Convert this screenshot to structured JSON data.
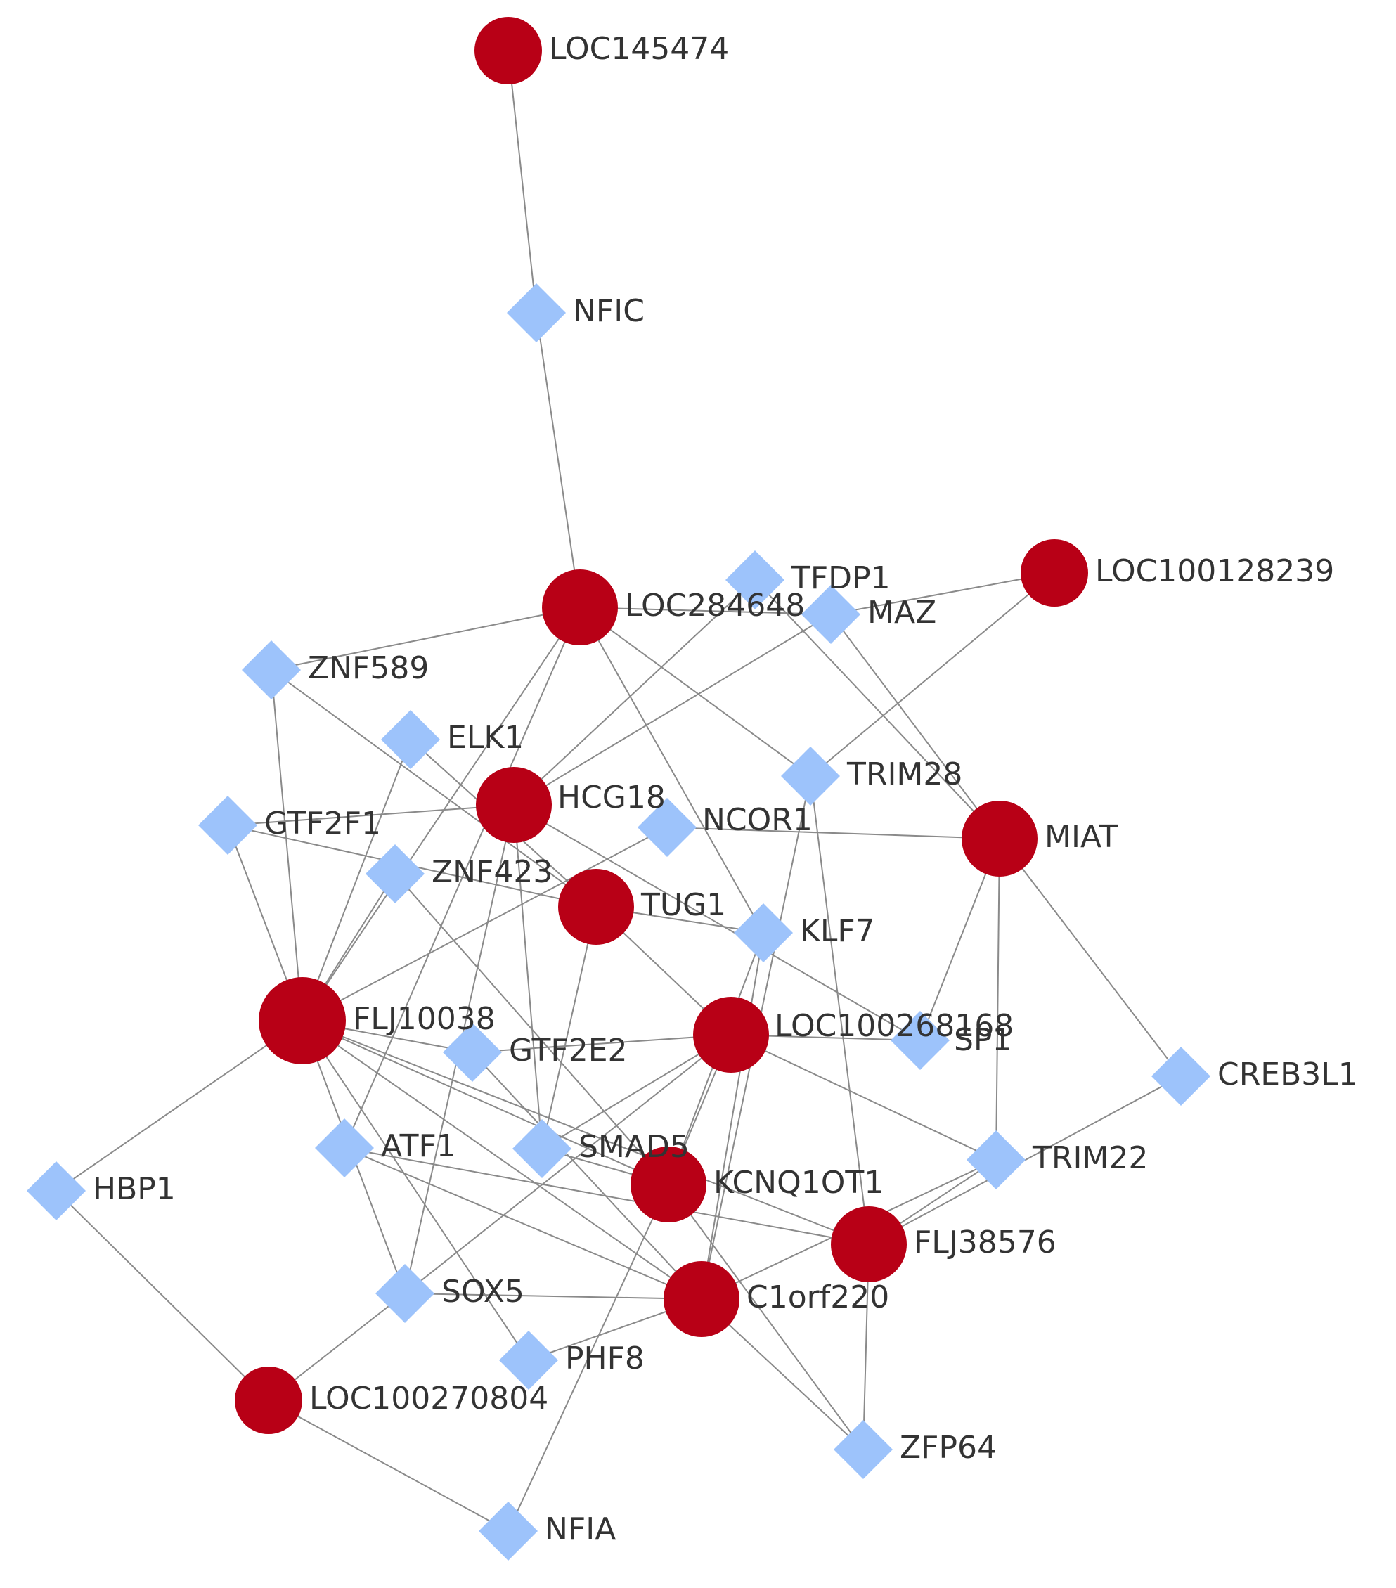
{
  "colors": {
    "lncrna_node": "#B80016",
    "tf_node": "#9DC3FB",
    "edge": "#8A8A8A",
    "label": "#333333"
  },
  "node_shapes": {
    "lncrna": "circle",
    "tf": "diamond"
  },
  "network": {
    "nodes": [
      {
        "id": "LOC145474",
        "label": "LOC145474",
        "type": "lncrna",
        "size": "medium"
      },
      {
        "id": "NFIC",
        "label": "NFIC",
        "type": "tf"
      },
      {
        "id": "LOC284648",
        "label": "LOC284648",
        "type": "lncrna",
        "size": "large"
      },
      {
        "id": "TFDP1",
        "label": "TFDP1",
        "type": "tf"
      },
      {
        "id": "MAZ",
        "label": "MAZ",
        "type": "tf"
      },
      {
        "id": "LOC100128239",
        "label": "LOC100128239",
        "type": "lncrna",
        "size": "medium"
      },
      {
        "id": "ZNF589",
        "label": "ZNF589",
        "type": "tf"
      },
      {
        "id": "ELK1",
        "label": "ELK1",
        "type": "tf"
      },
      {
        "id": "TRIM28",
        "label": "TRIM28",
        "type": "tf"
      },
      {
        "id": "HCG18",
        "label": "HCG18",
        "type": "lncrna",
        "size": "large"
      },
      {
        "id": "GTF2F1",
        "label": "GTF2F1",
        "type": "tf"
      },
      {
        "id": "NCOR1",
        "label": "NCOR1",
        "type": "tf"
      },
      {
        "id": "MIAT",
        "label": "MIAT",
        "type": "lncrna",
        "size": "large"
      },
      {
        "id": "ZNF423",
        "label": "ZNF423",
        "type": "tf"
      },
      {
        "id": "TUG1",
        "label": "TUG1",
        "type": "lncrna",
        "size": "large"
      },
      {
        "id": "KLF7",
        "label": "KLF7",
        "type": "tf"
      },
      {
        "id": "FLJ10038",
        "label": "FLJ10038",
        "type": "lncrna",
        "size": "xlarge"
      },
      {
        "id": "GTF2E2",
        "label": "GTF2E2",
        "type": "tf"
      },
      {
        "id": "LOC100268168",
        "label": "LOC100268168",
        "type": "lncrna",
        "size": "large"
      },
      {
        "id": "SP1",
        "label": "SP1",
        "type": "tf"
      },
      {
        "id": "CREB3L1",
        "label": "CREB3L1",
        "type": "tf"
      },
      {
        "id": "ATF1",
        "label": "ATF1",
        "type": "tf"
      },
      {
        "id": "SMAD5",
        "label": "SMAD5",
        "type": "tf"
      },
      {
        "id": "HBP1",
        "label": "HBP1",
        "type": "tf"
      },
      {
        "id": "KCNQ1OT1",
        "label": "KCNQ1OT1",
        "type": "lncrna",
        "size": "large"
      },
      {
        "id": "TRIM22",
        "label": "TRIM22",
        "type": "tf"
      },
      {
        "id": "FLJ38576",
        "label": "FLJ38576",
        "type": "lncrna",
        "size": "large"
      },
      {
        "id": "SOX5",
        "label": "SOX5",
        "type": "tf"
      },
      {
        "id": "C1orf220",
        "label": "C1orf220",
        "type": "lncrna",
        "size": "large"
      },
      {
        "id": "PHF8",
        "label": "PHF8",
        "type": "tf"
      },
      {
        "id": "LOC100270804",
        "label": "LOC100270804",
        "type": "lncrna",
        "size": "medium"
      },
      {
        "id": "ZFP64",
        "label": "ZFP64",
        "type": "tf"
      },
      {
        "id": "NFIA",
        "label": "NFIA",
        "type": "tf"
      }
    ],
    "edges": [
      [
        "LOC145474",
        "NFIC"
      ],
      [
        "NFIC",
        "LOC284648"
      ],
      [
        "LOC284648",
        "MAZ"
      ],
      [
        "LOC284648",
        "ZNF589"
      ],
      [
        "LOC284648",
        "TRIM28"
      ],
      [
        "LOC284648",
        "KLF7"
      ],
      [
        "LOC284648",
        "FLJ10038"
      ],
      [
        "LOC284648",
        "ATF1"
      ],
      [
        "LOC100128239",
        "MAZ"
      ],
      [
        "LOC100128239",
        "TRIM28"
      ],
      [
        "TFDP1",
        "HCG18"
      ],
      [
        "TFDP1",
        "MIAT"
      ],
      [
        "MAZ",
        "HCG18"
      ],
      [
        "MAZ",
        "MIAT"
      ],
      [
        "ZNF589",
        "FLJ10038"
      ],
      [
        "ZNF589",
        "TUG1"
      ],
      [
        "ELK1",
        "FLJ10038"
      ],
      [
        "ELK1",
        "TUG1"
      ],
      [
        "GTF2F1",
        "HCG18"
      ],
      [
        "GTF2F1",
        "FLJ10038"
      ],
      [
        "GTF2F1",
        "TUG1"
      ],
      [
        "HCG18",
        "SMAD5"
      ],
      [
        "HCG18",
        "SOX5"
      ],
      [
        "HCG18",
        "SP1"
      ],
      [
        "NCOR1",
        "MIAT"
      ],
      [
        "NCOR1",
        "FLJ10038"
      ],
      [
        "TRIM28",
        "FLJ38576"
      ],
      [
        "TRIM28",
        "C1orf220"
      ],
      [
        "MIAT",
        "TRIM22"
      ],
      [
        "MIAT",
        "CREB3L1"
      ],
      [
        "MIAT",
        "SP1"
      ],
      [
        "ZNF423",
        "FLJ10038"
      ],
      [
        "ZNF423",
        "KCNQ1OT1"
      ],
      [
        "TUG1",
        "SMAD5"
      ],
      [
        "TUG1",
        "LOC100268168"
      ],
      [
        "TUG1",
        "KLF7"
      ],
      [
        "KLF7",
        "KCNQ1OT1"
      ],
      [
        "KLF7",
        "C1orf220"
      ],
      [
        "FLJ10038",
        "GTF2E2"
      ],
      [
        "FLJ10038",
        "KCNQ1OT1"
      ],
      [
        "FLJ10038",
        "C1orf220"
      ],
      [
        "FLJ10038",
        "SOX5"
      ],
      [
        "FLJ10038",
        "PHF8"
      ],
      [
        "FLJ10038",
        "HBP1"
      ],
      [
        "FLJ10038",
        "FLJ38576"
      ],
      [
        "GTF2E2",
        "LOC100268168"
      ],
      [
        "GTF2E2",
        "C1orf220"
      ],
      [
        "LOC100268168",
        "SP1"
      ],
      [
        "LOC100268168",
        "TRIM22"
      ],
      [
        "LOC100268168",
        "KCNQ1OT1"
      ],
      [
        "LOC100268168",
        "SMAD5"
      ],
      [
        "LOC100268168",
        "SOX5"
      ],
      [
        "CREB3L1",
        "FLJ38576"
      ],
      [
        "ATF1",
        "C1orf220"
      ],
      [
        "ATF1",
        "FLJ38576"
      ],
      [
        "SMAD5",
        "KCNQ1OT1"
      ],
      [
        "HBP1",
        "LOC100270804"
      ],
      [
        "KCNQ1OT1",
        "NFIA"
      ],
      [
        "KCNQ1OT1",
        "ZFP64"
      ],
      [
        "TRIM22",
        "FLJ38576"
      ],
      [
        "TRIM22",
        "C1orf220"
      ],
      [
        "FLJ38576",
        "ZFP64"
      ],
      [
        "SOX5",
        "C1orf220"
      ],
      [
        "SOX5",
        "LOC100270804"
      ],
      [
        "C1orf220",
        "PHF8"
      ],
      [
        "C1orf220",
        "ZFP64"
      ],
      [
        "LOC100270804",
        "NFIA"
      ]
    ]
  }
}
